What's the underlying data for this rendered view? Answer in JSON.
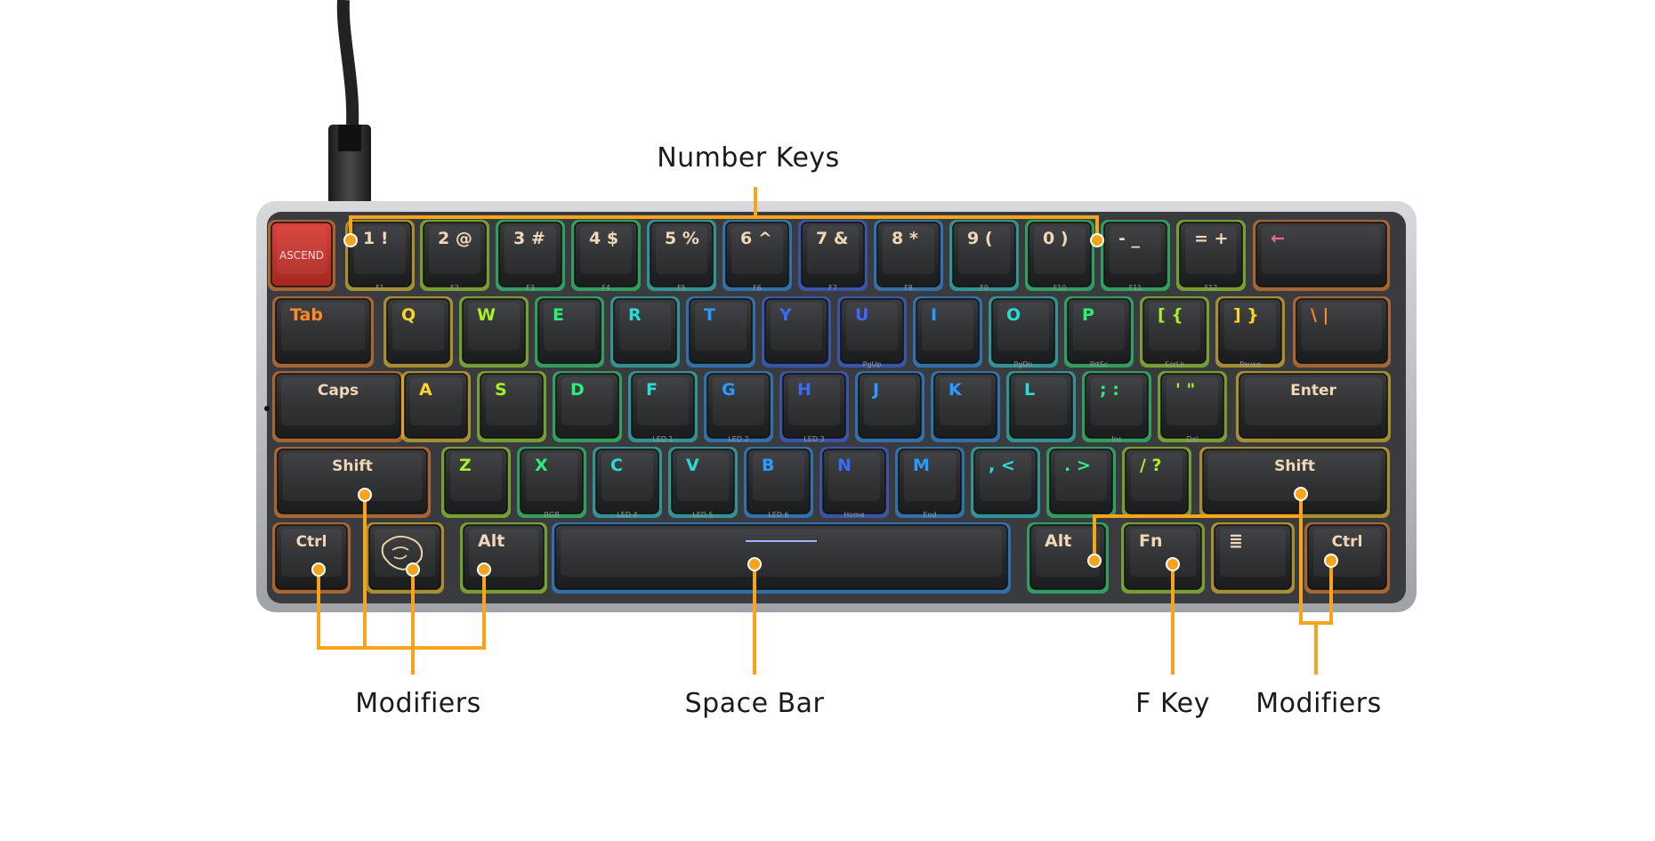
{
  "brand_key": "ASCEND",
  "rows": [
    [
      {
        "top": "",
        "sub": "",
        "kind": "brand"
      },
      {
        "top": "1 !",
        "sub": "F1"
      },
      {
        "top": "2 @",
        "sub": "F2"
      },
      {
        "top": "3 #",
        "sub": "F3"
      },
      {
        "top": "4 $",
        "sub": "F4"
      },
      {
        "top": "5 %",
        "sub": "F5"
      },
      {
        "top": "6 ^",
        "sub": "F6"
      },
      {
        "top": "7 &",
        "sub": "F7"
      },
      {
        "top": "8 *",
        "sub": "F8"
      },
      {
        "top": "9 (",
        "sub": "F9"
      },
      {
        "top": "0 )",
        "sub": "F10"
      },
      {
        "top": "- _",
        "sub": "F11"
      },
      {
        "top": "= +",
        "sub": "F12"
      },
      {
        "top": "←",
        "sub": ""
      }
    ],
    [
      {
        "top": "Tab",
        "sub": ""
      },
      {
        "top": "Q",
        "sub": ""
      },
      {
        "top": "W",
        "sub": ""
      },
      {
        "top": "E",
        "sub": ""
      },
      {
        "top": "R",
        "sub": ""
      },
      {
        "top": "T",
        "sub": ""
      },
      {
        "top": "Y",
        "sub": ""
      },
      {
        "top": "U",
        "sub": "PgUp"
      },
      {
        "top": "I",
        "sub": ""
      },
      {
        "top": "O",
        "sub": "PgDn"
      },
      {
        "top": "P",
        "sub": "PrtSc"
      },
      {
        "top": "[ {",
        "sub": "ScrLk"
      },
      {
        "top": "] }",
        "sub": "Pause"
      },
      {
        "top": "\\ |",
        "sub": ""
      }
    ],
    [
      {
        "top": "Caps",
        "sub": ""
      },
      {
        "top": "A",
        "sub": ""
      },
      {
        "top": "S",
        "sub": ""
      },
      {
        "top": "D",
        "sub": ""
      },
      {
        "top": "F",
        "sub": "LED 1"
      },
      {
        "top": "G",
        "sub": "LED 2"
      },
      {
        "top": "H",
        "sub": "LED 3"
      },
      {
        "top": "J",
        "sub": ""
      },
      {
        "top": "K",
        "sub": ""
      },
      {
        "top": "L",
        "sub": ""
      },
      {
        "top": "; :",
        "sub": "Ins"
      },
      {
        "top": "' \"",
        "sub": "Del"
      },
      {
        "top": "Enter",
        "sub": ""
      }
    ],
    [
      {
        "top": "Shift",
        "sub": ""
      },
      {
        "top": "Z",
        "sub": ""
      },
      {
        "top": "X",
        "sub": "RGB"
      },
      {
        "top": "C",
        "sub": "LED 4"
      },
      {
        "top": "V",
        "sub": "LED 5"
      },
      {
        "top": "B",
        "sub": "LED 6"
      },
      {
        "top": "N",
        "sub": "Home"
      },
      {
        "top": "M",
        "sub": "End"
      },
      {
        "top": ", <",
        "sub": ""
      },
      {
        "top": ". >",
        "sub": ""
      },
      {
        "top": "/ ?",
        "sub": ""
      },
      {
        "top": "Shift",
        "sub": ""
      }
    ],
    [
      {
        "top": "Ctrl",
        "sub": ""
      },
      {
        "top": "",
        "sub": "",
        "kind": "logo"
      },
      {
        "top": "Alt",
        "sub": ""
      },
      {
        "top": "",
        "sub": "",
        "kind": "space"
      },
      {
        "top": "Alt",
        "sub": ""
      },
      {
        "top": "Fn",
        "sub": ""
      },
      {
        "top": "≣",
        "sub": ""
      },
      {
        "top": "Ctrl",
        "sub": ""
      }
    ]
  ],
  "callouts": {
    "number_keys": "Number Keys",
    "modifiers_left": "Modifiers",
    "space_bar": "Space Bar",
    "f_key": "F Key",
    "modifiers_right": "Modifiers"
  },
  "colors": {
    "accent": "#f5a41c",
    "brand_key": "#c8312a",
    "case_outer": "#b9bcc0",
    "case_inner": "#3a3b3e",
    "keycap": "#2b2c2e"
  }
}
